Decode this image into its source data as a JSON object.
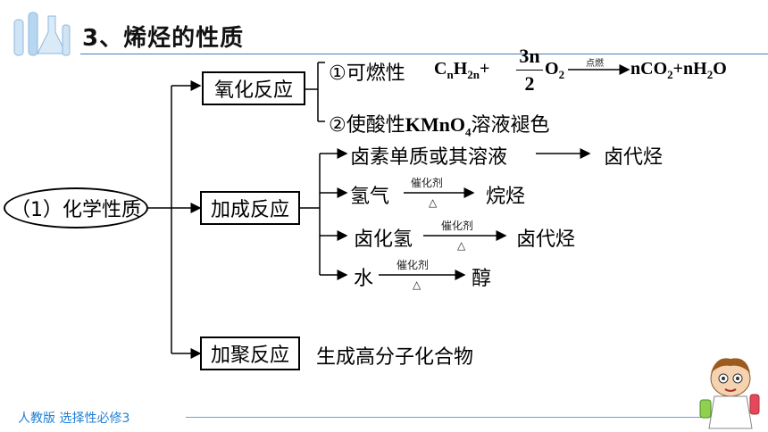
{
  "header": {
    "title": "3、烯烃的性质"
  },
  "root": {
    "label": "（1）化学性质"
  },
  "oxidation": {
    "label": "氧化反应",
    "item1_prefix": "①可燃性",
    "formula_c": "C",
    "formula_c_sub": "n",
    "formula_h": "H",
    "formula_h_sub": "2n",
    "plus1": "+",
    "frac_num": "3n",
    "frac_den": "2",
    "o2": "O",
    "o2_sub": "2",
    "condition": "点燃",
    "product1": "nCO",
    "product1_sub": "2",
    "product_plus": "+nH",
    "product2_sub": "2",
    "product2_end": "O",
    "item2_prefix": "②使酸性",
    "kmno": "KMnO",
    "kmno_sub": "4",
    "item2_suffix": "溶液褪色"
  },
  "addition": {
    "label": "加成反应",
    "rows": [
      {
        "reactant": "卤素单质或其溶液",
        "product": "卤代烃",
        "cond_top": "",
        "cond_bottom": ""
      },
      {
        "reactant": "氢气",
        "product": "烷烃",
        "cond_top": "催化剂",
        "cond_bottom": "△"
      },
      {
        "reactant": "卤化氢",
        "product": "卤代烃",
        "cond_top": "催化剂",
        "cond_bottom": "△"
      },
      {
        "reactant": "水",
        "product": "醇",
        "cond_top": "催化剂",
        "cond_bottom": "△"
      }
    ]
  },
  "polymerization": {
    "label": "加聚反应",
    "result": "生成高分子化合物"
  },
  "footer": {
    "text": "人教版 选择性必修3"
  },
  "colors": {
    "accent": "#4a7fb5",
    "footer": "#1f7fd6"
  }
}
